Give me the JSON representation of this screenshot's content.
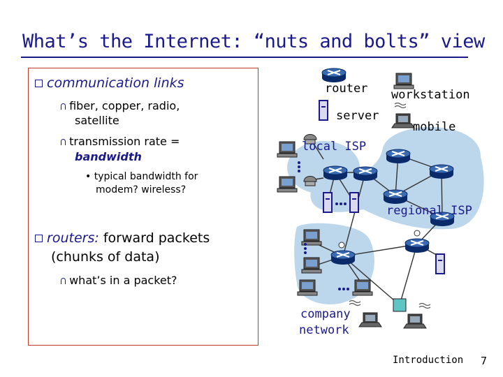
{
  "slide": {
    "title": "What’s the Internet: “nuts and bolts” view",
    "footer_label": "Introduction",
    "page_number": "7"
  },
  "content": {
    "communication_links": "communication links",
    "sub1_line1": "fiber, copper, radio,",
    "sub1_line2": "satellite",
    "sub2_line1": "transmission rate =",
    "sub2_line2": "bandwidth",
    "typical_line1": "• typical bandwidth for",
    "typical_line2": "modem? wireless?",
    "routers_prefix": "routers:",
    "routers_rest": "forward packets",
    "routers_line2": "(chunks of data)",
    "packet_q": "what’s in a packet?"
  },
  "diagram": {
    "legend_router": "router",
    "legend_server": "server",
    "legend_workstation": "workstation",
    "legend_mobile": "mobile",
    "local_isp": "local ISP",
    "regional_isp": "regional ISP",
    "company_line1": "company",
    "company_line2": "network",
    "accent_color": "#1a1a8c",
    "box_color": "#c0392b",
    "region_color": "#bcd6ec"
  }
}
